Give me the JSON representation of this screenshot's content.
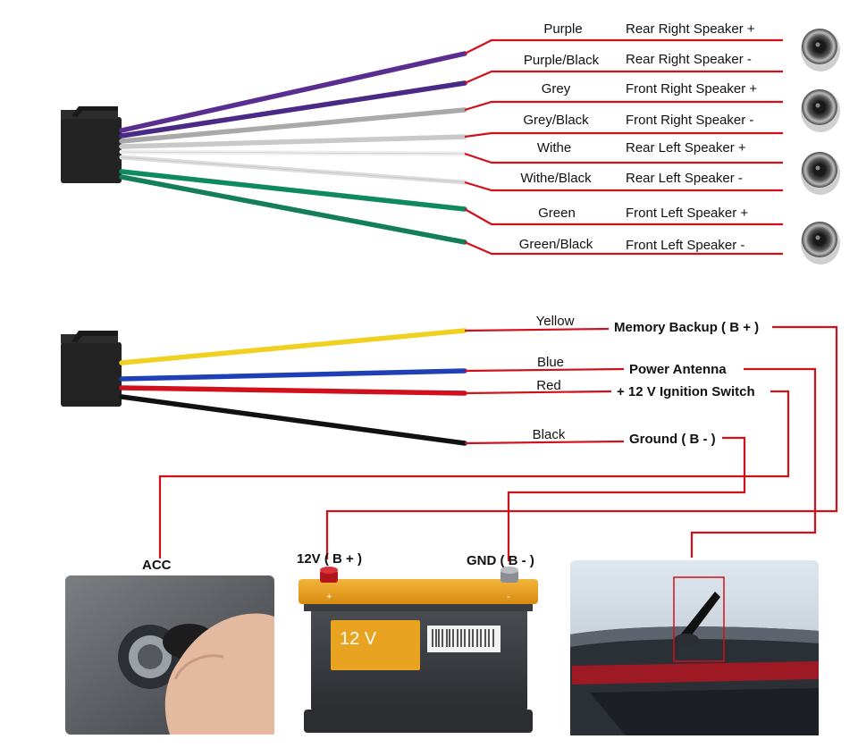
{
  "harness_1": {
    "wires": [
      {
        "name": "Purple",
        "function": "Rear Right Speaker +",
        "color": "#5a2d91"
      },
      {
        "name": "Purple/Black",
        "function": "Rear Right Speaker -",
        "color": "#4b2a85"
      },
      {
        "name": "Grey",
        "function": "Front Right Speaker +",
        "color": "#a9a9a9"
      },
      {
        "name": "Grey/Black",
        "function": "Front  Right Speaker -",
        "color": "#c9c9c9"
      },
      {
        "name": "Withe",
        "function": "Rear Left Speaker +",
        "color": "#eeeeee"
      },
      {
        "name": "Withe/Black",
        "function": "Rear Left Speaker -",
        "color": "#dcdcdc"
      },
      {
        "name": "Green",
        "function": "Front Left Speaker +",
        "color": "#0f8a5f"
      },
      {
        "name": "Green/Black",
        "function": "Front Left Speaker -",
        "color": "#137e58"
      }
    ],
    "speakers": [
      "speaker-icon",
      "speaker-icon",
      "speaker-icon",
      "speaker-icon"
    ]
  },
  "harness_2": {
    "wires": [
      {
        "name": "Yellow",
        "function": "Memory Backup ( B + )",
        "color": "#f0d020"
      },
      {
        "name": "Blue",
        "function": "Power  Antenna",
        "color": "#1f3fb5"
      },
      {
        "name": "Red",
        "function": "+ 12 V  Ignition Switch",
        "color": "#d0101a"
      },
      {
        "name": "Black",
        "function": "Ground ( B - )",
        "color": "#111111"
      }
    ]
  },
  "leader_color": "#d0101a",
  "devices": {
    "acc_label": "ACC",
    "battery_pos_label": "12V ( B + )",
    "battery_neg_label": "GND ( B - )",
    "battery_voltage": "12 V",
    "battery_plus": "+",
    "battery_minus": "-"
  }
}
